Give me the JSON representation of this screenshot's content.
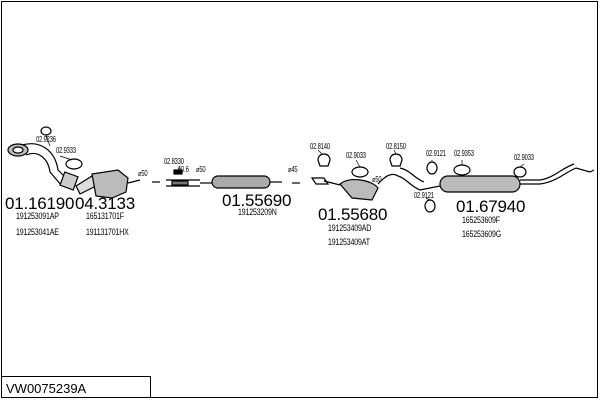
{
  "drawing_code": "VW0075239A",
  "parts": [
    {
      "number": "01.16190",
      "refs": [
        "191253091AP",
        "191253041AE"
      ]
    },
    {
      "number": "04.3133",
      "refs": [
        "165131701F",
        "191131701HX"
      ]
    },
    {
      "number": "01.55690",
      "refs": [
        "191253209N"
      ]
    },
    {
      "number": "01.55680",
      "refs": [
        "191253409AD",
        "191253409AT"
      ]
    },
    {
      "number": "01.67940",
      "refs": [
        "165253609F",
        "165253609G"
      ]
    }
  ],
  "accessories": [
    "02.9236",
    "02.9333",
    "02.8330",
    "60.6",
    "02.8140",
    "02.9033",
    "02.8150",
    "02.9121",
    "02.9353",
    "02.9033",
    "02.9121"
  ],
  "diameters": [
    "⌀50",
    "⌀50",
    "⌀45",
    "⌀50"
  ]
}
